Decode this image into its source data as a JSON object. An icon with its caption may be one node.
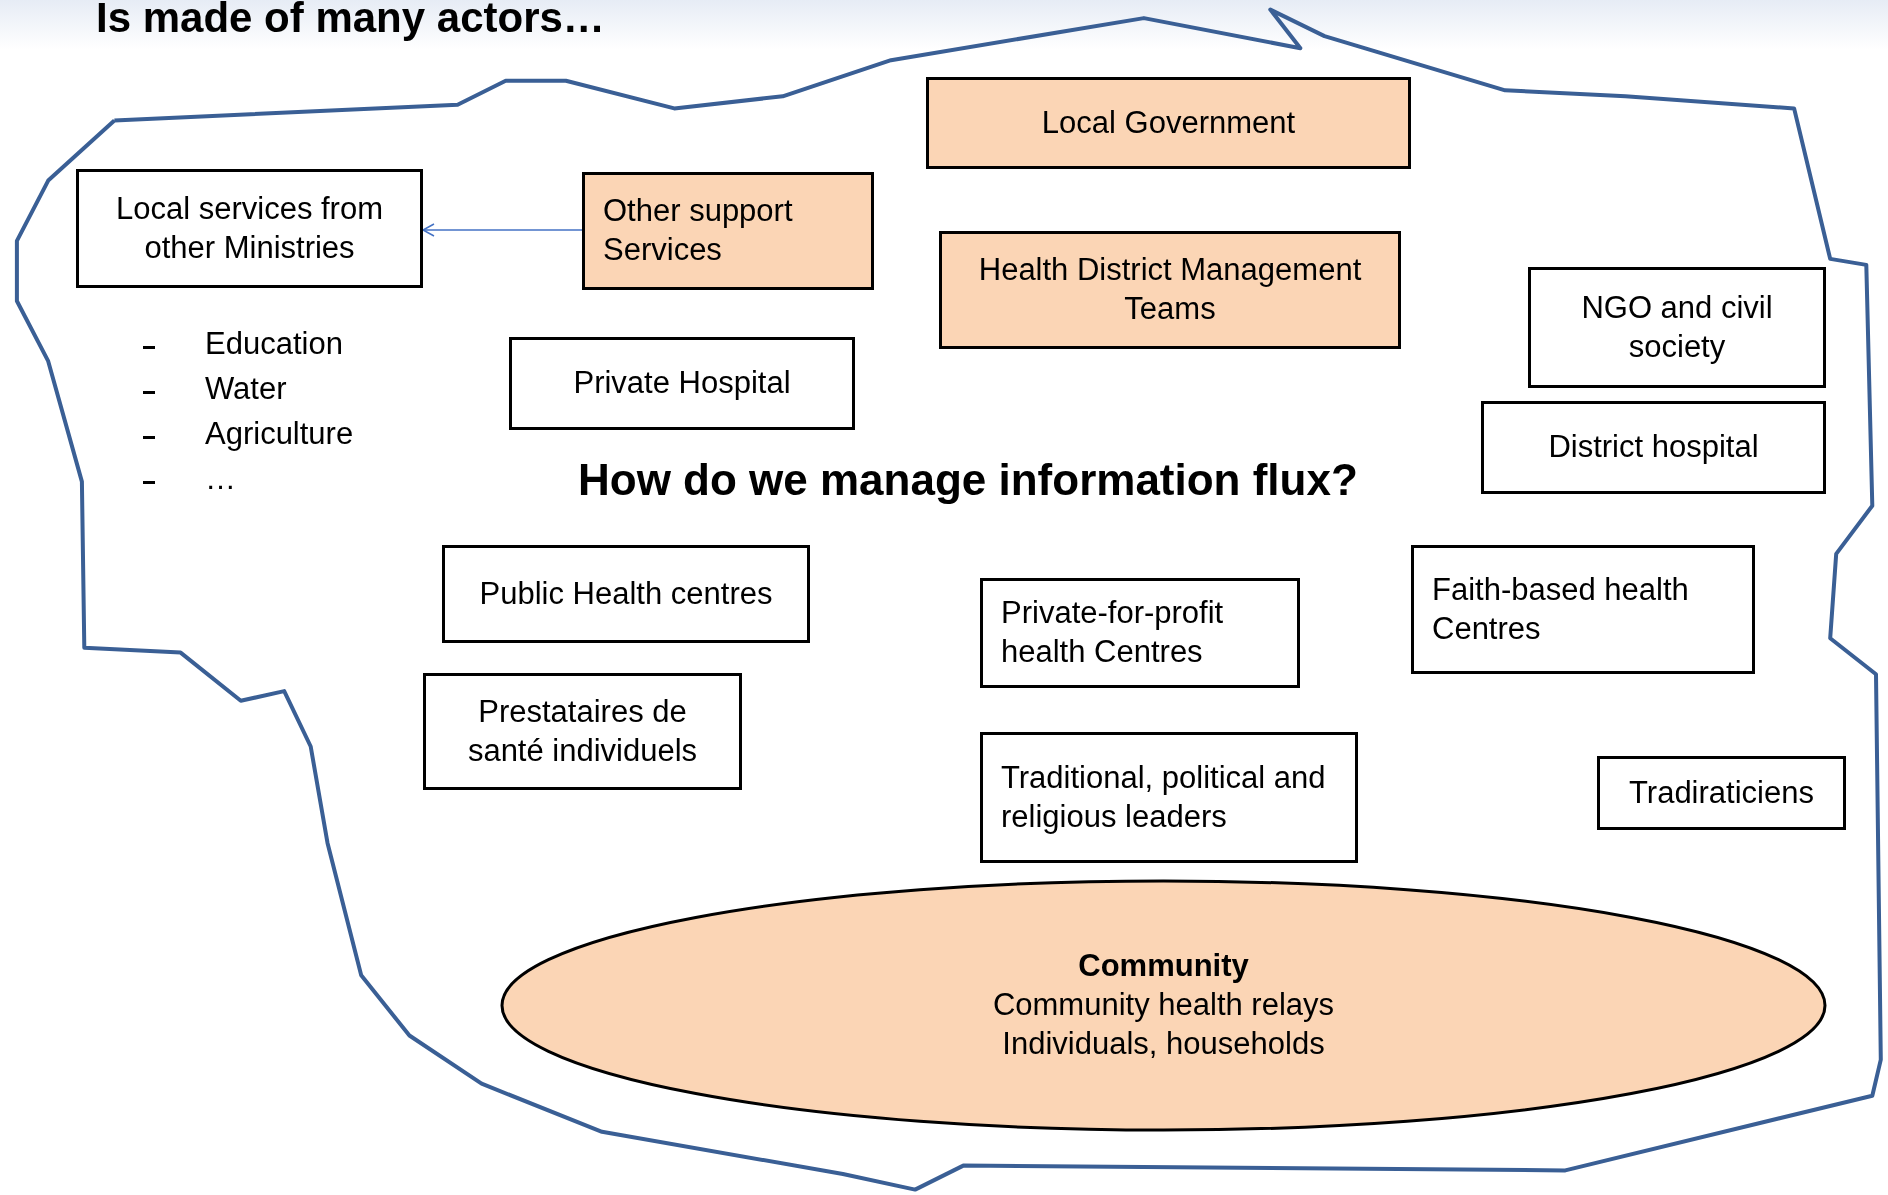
{
  "diagram": {
    "title": "Is made of many actors…",
    "nodes": [
      {
        "text": [
          "Local services from other Ministries"
        ]
      },
      {
        "text": [
          "Other support Services"
        ]
      },
      {
        "text": [
          "Local Government"
        ]
      },
      {
        "text": [
          "Health District Management Teams"
        ]
      },
      {
        "text": [
          "NGO and civil society"
        ]
      },
      {
        "text": [
          "Private Hospital"
        ]
      },
      {
        "text": [
          "District hospital"
        ]
      },
      {
        "text": [
          "Public Health centres"
        ]
      },
      {
        "text": [
          "Private-for-profit health Centres"
        ]
      },
      {
        "text": [
          "Faith-based health Centres"
        ]
      },
      {
        "text": [
          "Prestataires de santé individuels"
        ]
      },
      {
        "text": [
          "Traditional, political and religious leaders"
        ]
      },
      {
        "text": [
          "Tradiraticiens"
        ]
      },
      {
        "text": [
          "Community",
          "Community health relays",
          "Individuals, households"
        ]
      }
    ],
    "edges": [
      {
        "from": 1,
        "to": 0,
        "arrow": "to",
        "color": "#4472c4"
      }
    ],
    "labels": [
      "Education",
      "Water",
      "Agriculture",
      "…",
      "How do we manage information flux?"
    ]
  }
}
